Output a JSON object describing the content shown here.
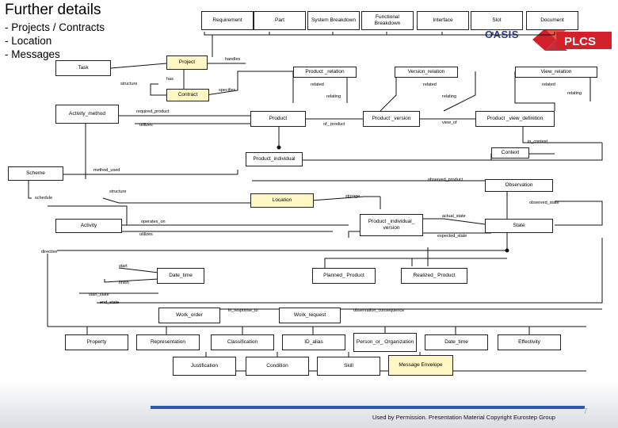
{
  "title": "Further details",
  "bullets": [
    "- Projects / Contracts",
    "- Location",
    "- Messages"
  ],
  "logos": {
    "oasis": "OASIS",
    "plcs": "PLCS",
    "plcs_color": "#d3202a",
    "oasis_color": "#2a3c8c"
  },
  "boxes": {
    "requirement": "Requirement",
    "part": "Part",
    "system_breakdown": "System Breakdown",
    "functional_breakdown": "Functional Breakdown",
    "interface": "Interface",
    "slot": "Slot",
    "document": "Document",
    "task": "Task",
    "project": "Project",
    "product_relation": "Product _relation",
    "version_relation": "Version_relation",
    "view_relation": "View_relation",
    "contract": "Contract",
    "activity_method": "Activity_method",
    "product": "Product",
    "product_version": "Product _version",
    "product_view_definition": "Product _view_definition",
    "context": "Context",
    "product_individual": "Product_individual",
    "scheme": "Scheme",
    "observation": "Observation",
    "location": "Location",
    "activity": "Activity",
    "product_individual_version": "Product _individual_ version",
    "state": "State",
    "date_time_1": "Date_time",
    "planned_product": "Planned_ Product",
    "realized_product": "Realized_ Product",
    "work_order": "Work_order",
    "work_request": "Work_request",
    "property": "Property",
    "representation": "Representation",
    "classification": "Classification",
    "id_alias": "ID_alias",
    "person_or_organization": "Person_or_ Organization",
    "date_time_2": "Date_time",
    "effectivity": "Effectivity",
    "justification": "Justification",
    "condition": "Condition",
    "skill": "Skill",
    "message_envelope": "Message Envelope"
  },
  "labels": {
    "handles": "handles",
    "has": "has",
    "structure_1": "structure",
    "specifies": "specifies",
    "related_1": "related",
    "related_2": "related",
    "related_3": "related",
    "relating_1": "relating",
    "relating_2": "relating",
    "relating_3": "relating",
    "required_product": "required_product",
    "utilizes_1": "utilizes",
    "of_product": "of_ product",
    "view_of": "view_of",
    "in_context": "in_context",
    "method_used": "method_used",
    "observed_product": "observed_product",
    "structure_2": "structure",
    "storage": "storage",
    "schedule": "schedule",
    "observed_state": "observed_state",
    "actual_state": "actual_state",
    "operates_on": "operates_on",
    "utilizes_2": "utilizes",
    "expected_state": "expected_state",
    "directive": "directive",
    "start": "start",
    "finish": "finish",
    "start_state": "start_state",
    "end_state": "end_state",
    "in_response_to": "in_response_to",
    "observation_consequence": "observation_consequence"
  },
  "footer": "Used by Permission. Presentation Material Copyright Eurostep Group",
  "page_number": "7"
}
